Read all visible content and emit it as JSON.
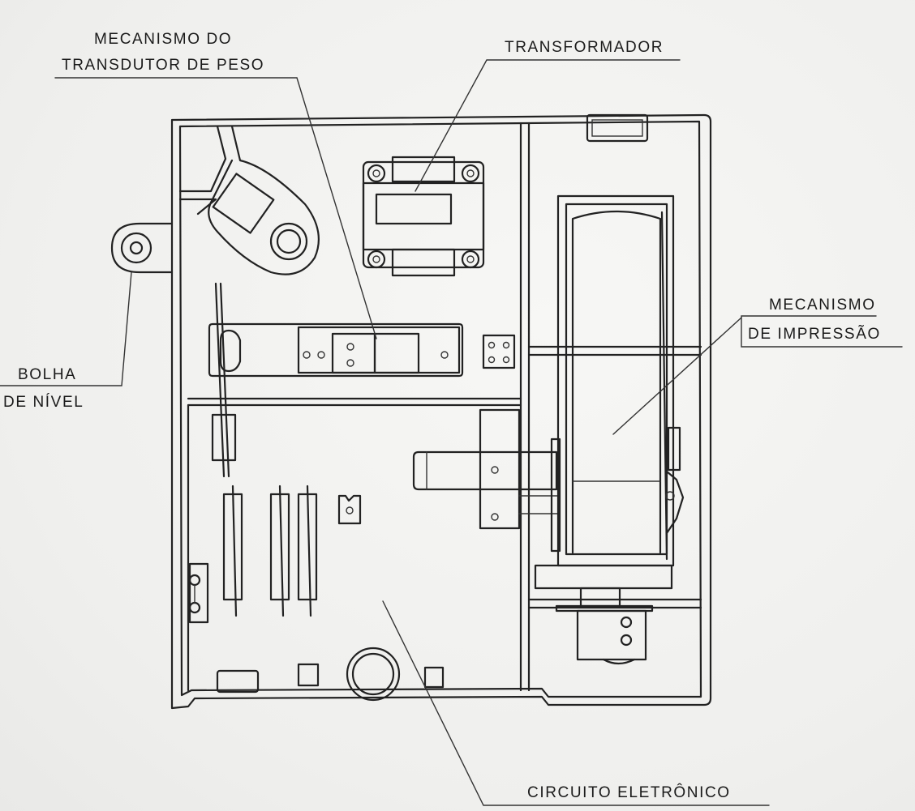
{
  "labels": {
    "weight_transducer_mechanism": {
      "line1": "MECANISMO DO",
      "line2": "TRANSDUTOR DE PESO"
    },
    "transformer": "TRANSFORMADOR",
    "print_mechanism": {
      "line1": "MECANISMO",
      "line2": "DE IMPRESSÃO"
    },
    "level_bubble": {
      "line1": "BOLHA",
      "line2": "DE NÍVEL"
    },
    "electronic_circuit": "CIRCUITO ELETRÔNICO"
  }
}
